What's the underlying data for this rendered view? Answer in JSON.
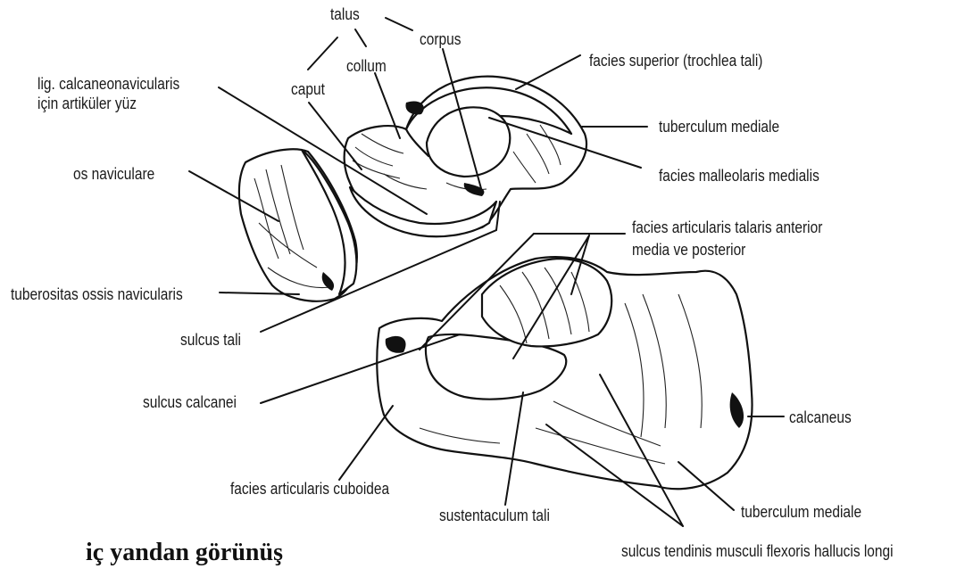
{
  "labels": {
    "talus": "talus",
    "corpus": "corpus",
    "collum": "collum",
    "caput": "caput",
    "lig_calcaneonavicularis_line1": "lig. calcaneonavicularis",
    "lig_calcaneonavicularis_line2": "için artiküler yüz",
    "facies_superior": "facies superior (trochlea tali)",
    "tuberculum_mediale_talus": "tuberculum mediale",
    "facies_malleolaris_medialis": "facies malleolaris medialis",
    "os_naviculare": "os naviculare",
    "facies_articularis_talaris_line1": "facies articularis talaris anterior",
    "facies_articularis_talaris_line2": "media ve posterior",
    "tuberositas_ossis_navicularis": "tuberositas ossis navicularis",
    "sulcus_tali": "sulcus tali",
    "sulcus_calcanei": "sulcus calcanei",
    "calcaneus": "calcaneus",
    "facies_articularis_cuboidea": "facies articularis cuboidea",
    "sustentaculum_tali": "sustentaculum tali",
    "tuberculum_mediale_calcaneus": "tuberculum mediale",
    "sulcus_tendinis": "sulcus tendinis musculi flexoris hallucis longi"
  },
  "caption": "iç yandan görünüş",
  "colors": {
    "ink": "#111111",
    "background": "#ffffff"
  }
}
